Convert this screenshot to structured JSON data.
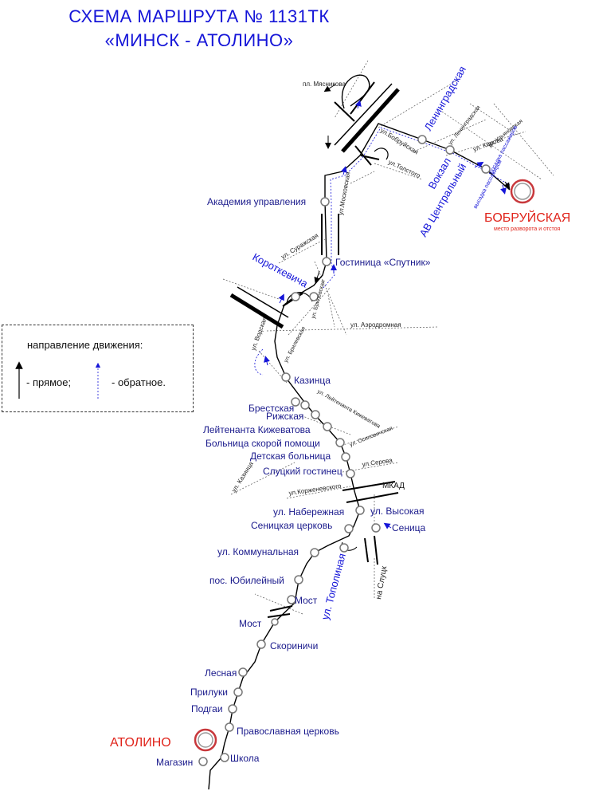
{
  "title": {
    "line1": "СХЕМА МАРШРУТА № 1131ТК",
    "line2": "«МИНСК - АТОЛИНО»"
  },
  "terminals": {
    "start": "БОБРУЙСКАЯ",
    "start_note": "место разворота и отстоя",
    "end": "АТОЛИНО"
  },
  "legend": {
    "title": "направление движения:",
    "forward": "- прямое;",
    "reverse": "- обратное."
  },
  "stops": {
    "akademiya": "Академия управления",
    "sputnik": "Гостиница «Спутник»",
    "korotkevicha": "Короткевича",
    "kazinca": "Казинца",
    "brestskaya": "Брестская",
    "rizhskaya": "Рижская",
    "kizhevatova": "Лейтенанта Кижеватова",
    "bolnica_sp": "Больница скорой помощи",
    "detskaya": "Детская больница",
    "sluckiy": "Слуцкий гостинец",
    "naberezhnaya": "ул. Набережная",
    "vysokaya": "ул. Высокая",
    "senica_church": "Сеницкая церковь",
    "senica": "Сеница",
    "kommunalnaya": "ул. Коммунальная",
    "yubileyny": "пос. Юбилейный",
    "most1": "Мост",
    "most2": "Мост",
    "skorinichi": "Скориничи",
    "lesnaya": "Лесная",
    "priluki": "Прилуки",
    "podgai": "Подгаи",
    "church": "Православная церковь",
    "shkola": "Школа",
    "magazin": "Магазин",
    "leningradskaya": "Ленинградская",
    "vokzal": "Вокзал",
    "av_central": "АВ Центральный"
  },
  "streets": {
    "myasnikova": "пл. Мясникова",
    "bobruyskaya": "ул.Бобруйская",
    "leningradskaya_st": "ул. Ленинградская",
    "kirova": "ул. Кирова",
    "ulyanovskaya": "ул. Ульяновская",
    "tolstogo": "ул.Толстого",
    "moskovskaya": "ул.Московская",
    "surazhskaya": "ул. Суражская",
    "brilevskaya": "ул. Брилевская",
    "brilevskaya2": "ул. Брилевская",
    "vodskaya": "ул. Водская",
    "aerodromnaya": "ул. Аэродромная",
    "kizhevatova_st": "ул. Лейтенанта Кижеватова",
    "osipovichskaya": "ул. Осиповичская",
    "serova": "ул.Серова",
    "kazinca_st": "ул. Казинца",
    "korzhenevskogo": "ул.Корженевского",
    "mkad": "МКАД",
    "topolinaya": "ул. Тополиная",
    "na_sluck": "на Слуцк",
    "posadka": "посадка пассажиров",
    "vysadka": "высадка пассажиров"
  }
}
